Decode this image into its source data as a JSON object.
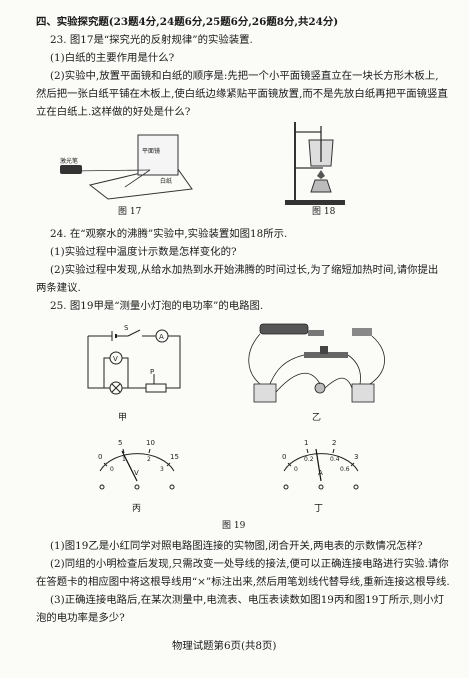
{
  "section": {
    "title": "四、实验探究题(23题4分,24题6分,25题6分,26题8分,共24分)"
  },
  "q23": {
    "stem": "23. 图17是“探究光的反射规律”的实验装置.",
    "sub1": "(1)白纸的主要作用是什么?",
    "sub2_line1": "(2)实验中,放置平面镜和白纸的顺序是:先把一个小平面镜竖直立在一块长方形木板上,",
    "sub2_line2": "然后把一张白纸平铺在木板上,使白纸边缘紧贴平面镜放置,而不是先放白纸再把平面镜竖直",
    "sub2_line3": "立在白纸上.这样做的好处是什么?"
  },
  "fig17": {
    "caption": "图 17",
    "label_mirror": "平面镜",
    "label_laser": "激光笔",
    "label_paper": "白纸"
  },
  "fig18": {
    "caption": "图 18"
  },
  "q24": {
    "stem": "24. 在“观察水的沸腾”实验中,实验装置如图18所示.",
    "sub1": "(1)实验过程中温度计示数是怎样变化的?",
    "sub2_line1": "(2)实验过程中发现,从给水加热到水开始沸腾的时间过长,为了缩短加热时间,请你提出",
    "sub2_line2": "两条建议."
  },
  "q25": {
    "stem": "25. 图19甲是“测量小灯泡的电功率”的电路图."
  },
  "fig19": {
    "caption": "图 19",
    "label_jia": "甲",
    "label_yi": "乙",
    "label_bing": "丙",
    "label_ding": "丁",
    "label_S": "S",
    "label_V": "V",
    "label_A": "A",
    "label_P": "P",
    "meter_v": {
      "tick0": "0",
      "tick1": "5",
      "tick2": "10",
      "tick3": "15",
      "s0": "0",
      "s1": "1",
      "s2": "2",
      "s3": "3",
      "unit": "V"
    },
    "meter_a": {
      "tick0": "0",
      "tick1": "1",
      "tick2": "2",
      "tick3": "3",
      "s0": "0",
      "s1": "0.2",
      "s2": "0.4",
      "s3": "0.6",
      "unit": "A"
    }
  },
  "q25_subs": {
    "sub1": "(1)图19乙是小红同学对照电路图连接的实物图,闭合开关,两电表的示数情况怎样?",
    "sub2_line1": "(2)同组的小明检查后发现,只需改变一处导线的接法,便可以正确连接电路进行实验.请你",
    "sub2_line2": "在答题卡的相应图中将这根导线用“×”标注出来,然后用笔划线代替导线,重新连接这根导线.",
    "sub3_line1": "(3)正确连接电路后,在某次测量中,电流表、电压表读数如图19丙和图19丁所示,则小灯",
    "sub3_line2": "泡的电功率是多少?"
  },
  "footer": {
    "text": "物理试题第6页(共8页)"
  }
}
